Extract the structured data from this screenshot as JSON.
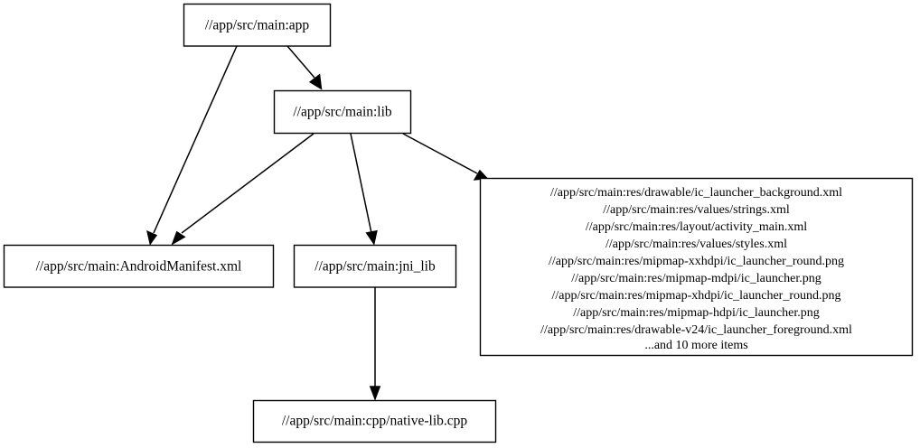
{
  "graph": {
    "type": "dependency-graph",
    "orientation": "top-to-bottom",
    "background_color": "#ffffff",
    "line_color": "#000000",
    "node_fill_color": "#ffffff",
    "nodes": [
      {
        "id": "app",
        "label": "//app/src/main:app"
      },
      {
        "id": "lib",
        "label": "//app/src/main:lib"
      },
      {
        "id": "manifest",
        "label": "//app/src/main:AndroidManifest.xml"
      },
      {
        "id": "jni_lib",
        "label": "//app/src/main:jni_lib"
      },
      {
        "id": "native_lib",
        "label": "//app/src/main:cpp/native-lib.cpp"
      },
      {
        "id": "resources",
        "lines": [
          "//app/src/main:res/drawable/ic_launcher_background.xml",
          "//app/src/main:res/values/strings.xml",
          "//app/src/main:res/layout/activity_main.xml",
          "//app/src/main:res/values/styles.xml",
          "//app/src/main:res/mipmap-xxhdpi/ic_launcher_round.png",
          "//app/src/main:res/mipmap-mdpi/ic_launcher.png",
          "//app/src/main:res/mipmap-xhdpi/ic_launcher_round.png",
          "//app/src/main:res/mipmap-hdpi/ic_launcher.png",
          "//app/src/main:res/drawable-v24/ic_launcher_foreground.xml",
          "...and 10 more items"
        ]
      }
    ],
    "edges": [
      {
        "from": "app",
        "to": "manifest"
      },
      {
        "from": "app",
        "to": "lib"
      },
      {
        "from": "lib",
        "to": "manifest"
      },
      {
        "from": "lib",
        "to": "jni_lib"
      },
      {
        "from": "lib",
        "to": "resources"
      },
      {
        "from": "jni_lib",
        "to": "native_lib"
      }
    ]
  }
}
